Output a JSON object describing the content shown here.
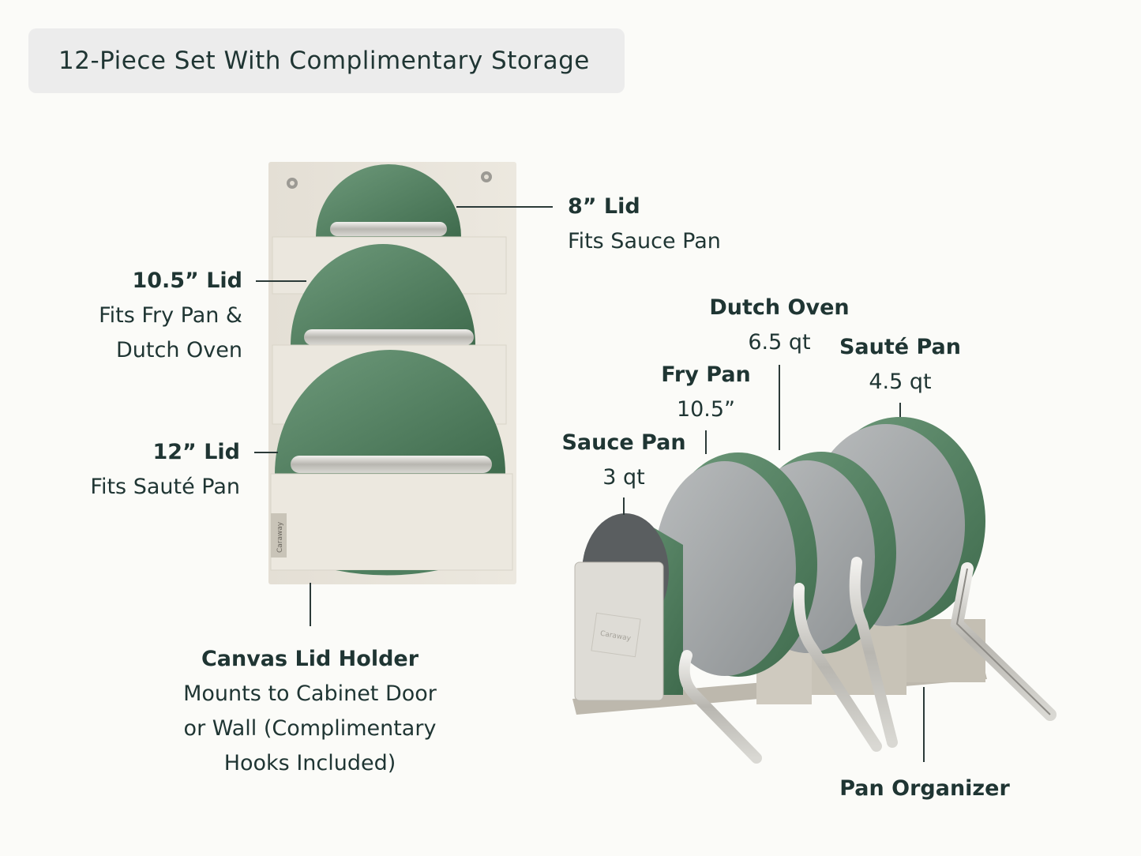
{
  "header": {
    "title": "12-Piece Set With Complimentary Storage"
  },
  "labels": {
    "lid8": {
      "title": "8” Lid",
      "desc": "Fits Sauce Pan"
    },
    "lid105": {
      "title": "10.5” Lid",
      "desc1": "Fits Fry Pan &",
      "desc2": "Dutch Oven"
    },
    "lid12": {
      "title": "12” Lid",
      "desc": "Fits Sauté Pan"
    },
    "holder": {
      "title": "Canvas Lid Holder",
      "desc1": "Mounts to Cabinet Door",
      "desc2": "or Wall (Complimentary",
      "desc3": "Hooks Included)"
    },
    "dutch": {
      "title": "Dutch Oven",
      "size": "6.5 qt"
    },
    "saute": {
      "title": "Sauté Pan",
      "size": "4.5 qt"
    },
    "fry": {
      "title": "Fry Pan",
      "size": "10.5”"
    },
    "sauce": {
      "title": "Sauce Pan",
      "size": "3 qt"
    },
    "organizer": {
      "title": "Pan Organizer"
    }
  },
  "brand": {
    "tag": "Caraway",
    "organizer_logo": "Caraway"
  },
  "colors": {
    "green": "#4f7f5f",
    "canvas": "#e9e5dc",
    "steel": "#c8c6c0",
    "background": "#fbfbf8",
    "text": "#1f3533"
  }
}
